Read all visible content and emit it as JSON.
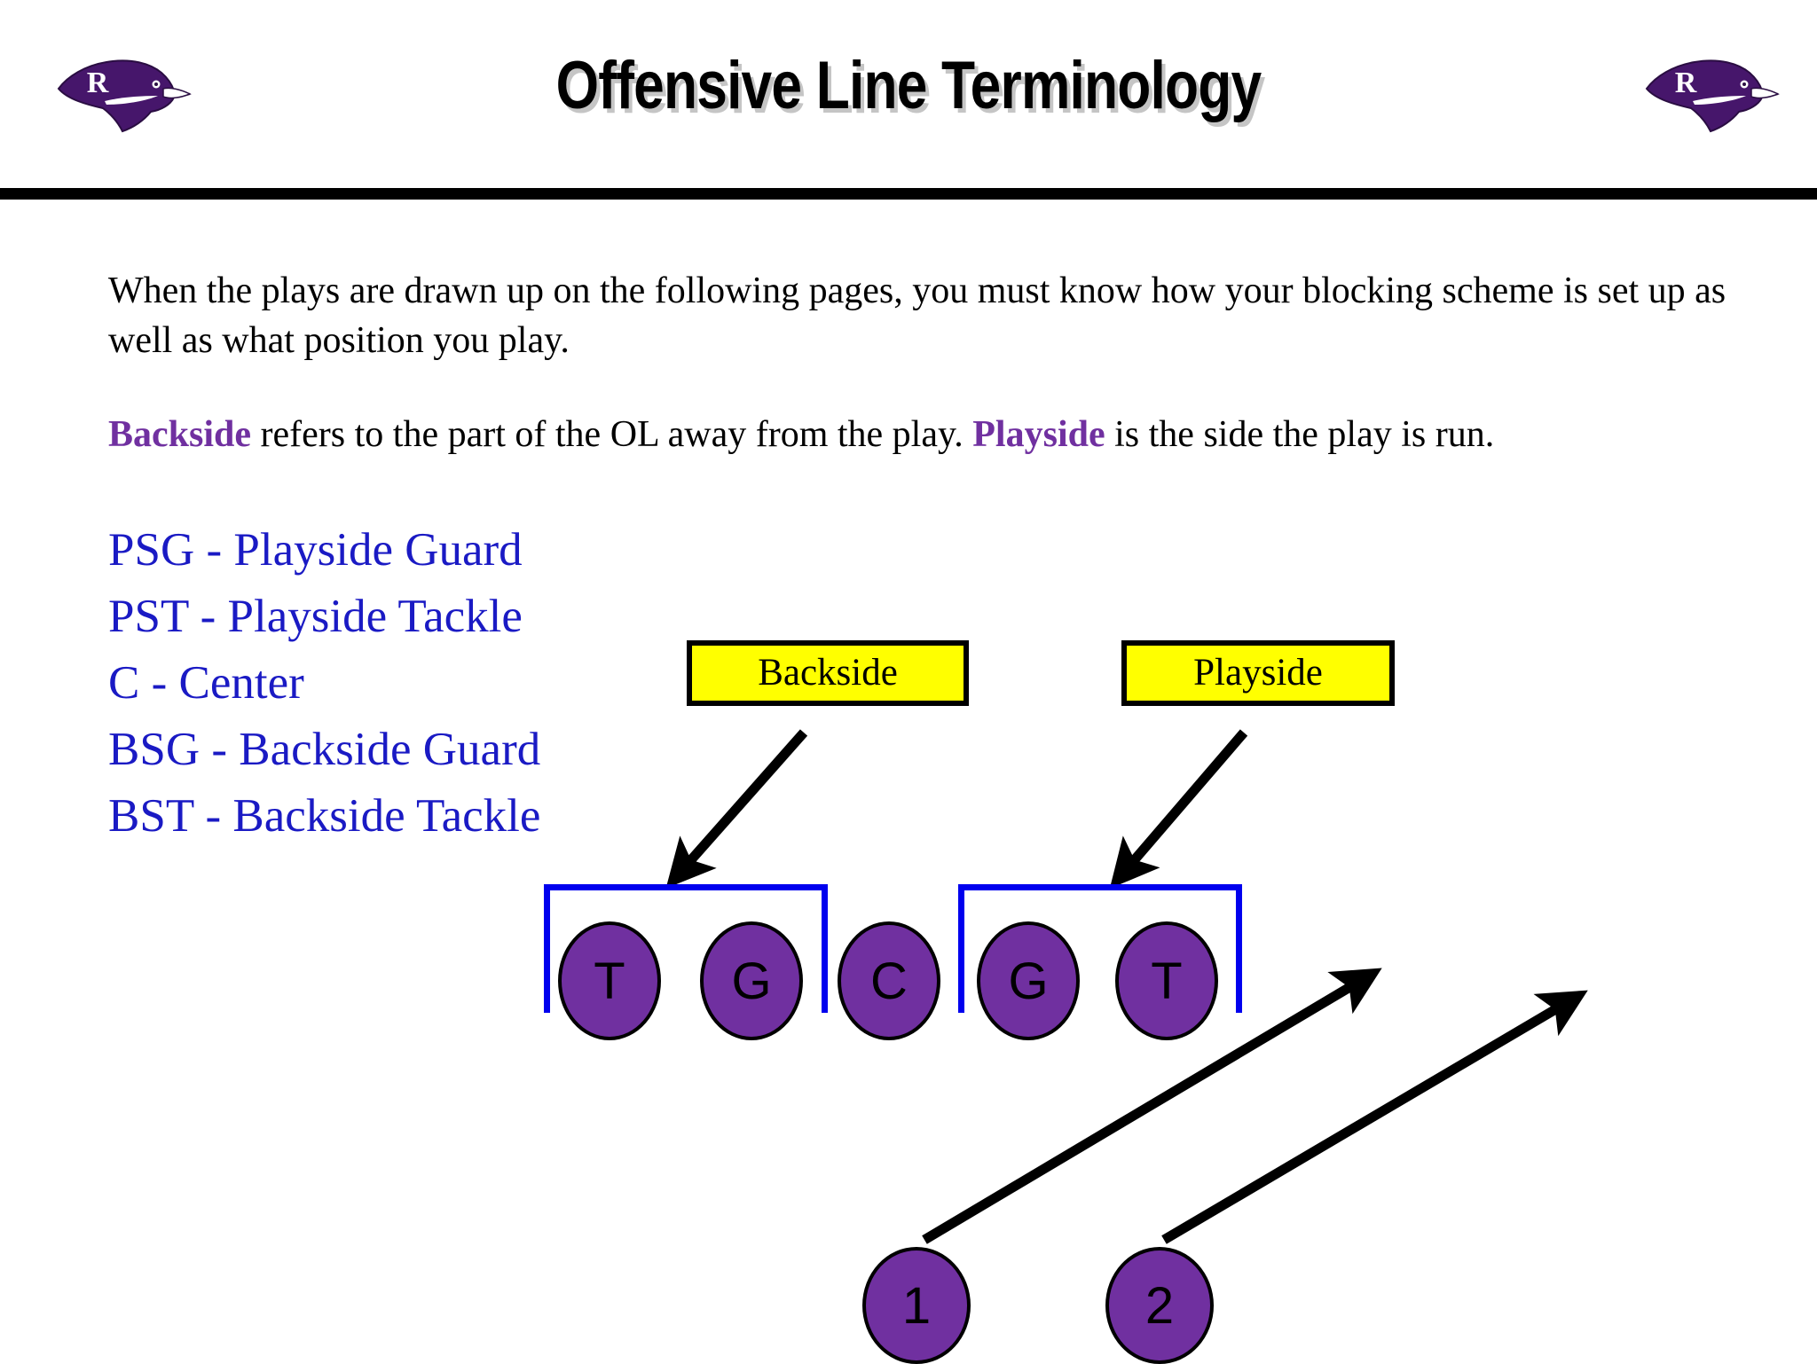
{
  "header": {
    "title": "Offensive Line Terminology",
    "logo_left": "ravens-logo",
    "logo_right": "ravens-logo"
  },
  "body": {
    "intro": "When the plays are drawn up on the following pages, you must know how your blocking scheme is set up as well as what position you play.",
    "definition": {
      "term1": "Backside",
      "text1": " refers to the part of the OL away from the play.  ",
      "term2": "Playside",
      "text2": " is the side the play is run."
    },
    "abbreviations": [
      "PSG - Playside Guard",
      "PST - Playside Tackle",
      "C - Center",
      "BSG - Backside Guard",
      "BST - Backside Tackle"
    ]
  },
  "diagram": {
    "labels": {
      "backside": "Backside",
      "playside": "Playside"
    },
    "line_players": [
      {
        "id": "bst",
        "label": "T"
      },
      {
        "id": "bsg",
        "label": "G"
      },
      {
        "id": "c",
        "label": "C"
      },
      {
        "id": "psg",
        "label": "G"
      },
      {
        "id": "pst",
        "label": "T"
      }
    ],
    "back_players": [
      {
        "id": "1",
        "label": "1"
      },
      {
        "id": "2",
        "label": "2"
      }
    ]
  },
  "colors": {
    "player_fill": "#7030A0",
    "bracket": "#0000EE",
    "label_box": "#FFFF00",
    "abbrev_text": "#1a1ac4",
    "term_highlight": "#7030A0",
    "rule": "#000000"
  }
}
